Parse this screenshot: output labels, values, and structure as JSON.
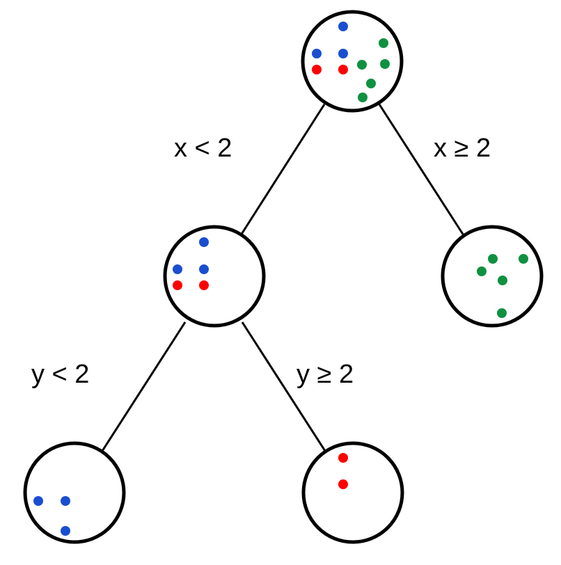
{
  "colors": {
    "class_blue": "#1a4ed1",
    "class_red": "#ff0000",
    "class_green": "#0f9140",
    "line": "#000000"
  },
  "tree": {
    "nodes": [
      {
        "id": "root",
        "points": [
          "blue",
          "blue",
          "blue",
          "red",
          "red",
          "green",
          "green",
          "green",
          "green",
          "green"
        ]
      },
      {
        "id": "left",
        "points": [
          "blue",
          "blue",
          "blue",
          "red",
          "red"
        ]
      },
      {
        "id": "right",
        "points": [
          "green",
          "green",
          "green",
          "green",
          "green"
        ]
      },
      {
        "id": "left-left",
        "points": [
          "blue",
          "blue",
          "blue"
        ]
      },
      {
        "id": "left-right",
        "points": [
          "red",
          "red"
        ]
      }
    ],
    "edges": [
      {
        "from": "root",
        "to": "left",
        "condition": "x < 2"
      },
      {
        "from": "root",
        "to": "right",
        "condition": "x ≥ 2"
      },
      {
        "from": "left",
        "to": "left-left",
        "condition": "y < 2"
      },
      {
        "from": "left",
        "to": "left-right",
        "condition": "y ≥ 2"
      }
    ]
  }
}
